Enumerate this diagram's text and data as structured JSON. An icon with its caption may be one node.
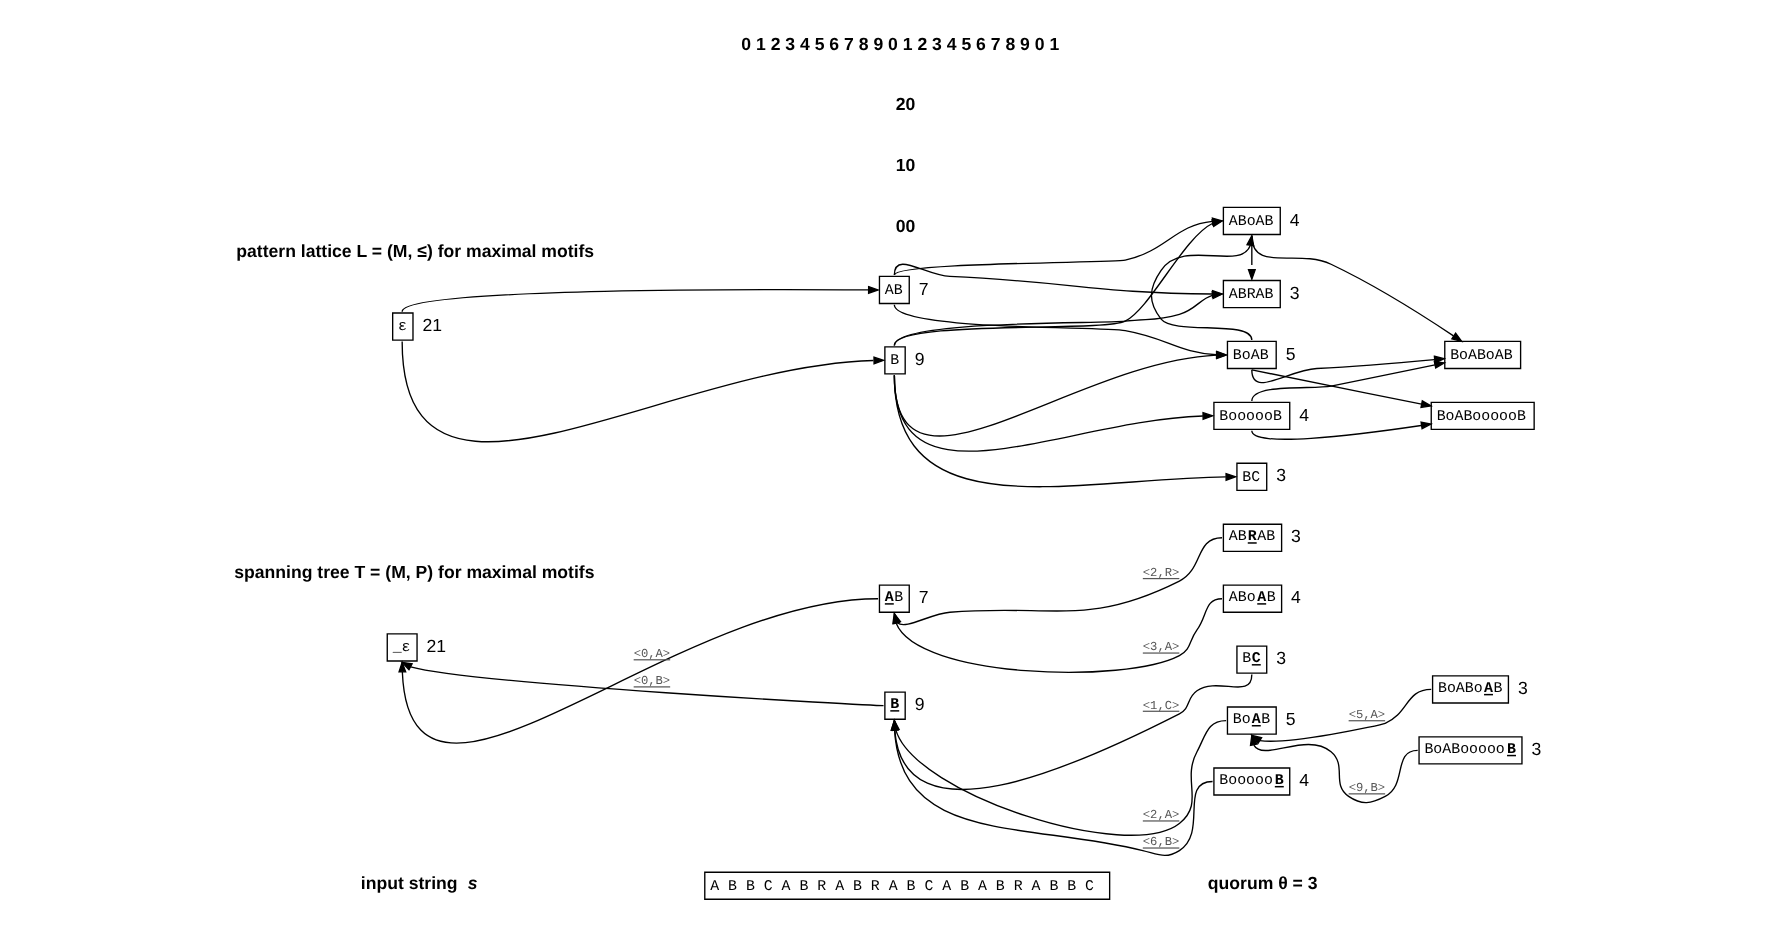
{
  "diagram": {
    "nodes": [
      {
        "text": [
          "A B B C A B R A B R A B C A B A B R A B B C"
        ]
      },
      {
        "text": [
          "_ε"
        ],
        "beside": [
          "21"
        ]
      },
      {
        "text": [
          "**A**B"
        ],
        "beside": [
          "7"
        ]
      },
      {
        "text": [
          "AB**R**AB"
        ],
        "beside": [
          "3"
        ]
      },
      {
        "text": [
          "ABo**A**B"
        ],
        "beside": [
          "4"
        ]
      },
      {
        "text": [
          "**B**"
        ],
        "beside": [
          "9"
        ]
      },
      {
        "text": [
          "B**C**"
        ],
        "beside": [
          "3"
        ]
      },
      {
        "text": [
          "Bo**A**B"
        ],
        "beside": [
          "5"
        ]
      },
      {
        "text": [
          "BoABo**A**B"
        ],
        "beside": [
          "3"
        ]
      },
      {
        "text": [
          "BoABooooo**B**"
        ],
        "beside": [
          "3"
        ]
      },
      {
        "text": [
          "Booooo**B**"
        ],
        "beside": [
          "4"
        ]
      },
      {
        "text": [
          "ε"
        ],
        "beside": [
          "21"
        ]
      },
      {
        "text": [
          "AB"
        ],
        "beside": [
          "7"
        ]
      },
      {
        "text": [
          "B"
        ],
        "beside": [
          "9"
        ]
      },
      {
        "text": [
          "ABRAB"
        ],
        "beside": [
          "3"
        ]
      },
      {
        "text": [
          "ABoAB"
        ],
        "beside": [
          "4"
        ]
      },
      {
        "text": [
          "BC"
        ],
        "beside": [
          "3"
        ]
      },
      {
        "text": [
          "BoAB"
        ],
        "beside": [
          "5"
        ]
      },
      {
        "text": [
          "BoooooB"
        ],
        "beside": [
          "4"
        ]
      },
      {
        "text": [
          "BoABoAB"
        ]
      },
      {
        "text": [
          "BoABoooooB"
        ]
      }
    ],
    "edges": [
      {
        "from": 2,
        "to": 1,
        "arrow": "to",
        "label": "<0,A>"
      },
      {
        "from": 3,
        "to": 2,
        "arrow": "to",
        "label": "<2,R>"
      },
      {
        "from": 4,
        "to": 2,
        "arrow": "to",
        "label": "<3,A>"
      },
      {
        "from": 5,
        "to": 1,
        "arrow": "to",
        "label": "<0,B>"
      },
      {
        "from": 6,
        "to": 5,
        "arrow": "to",
        "label": "<1,C>"
      },
      {
        "from": 7,
        "to": 5,
        "arrow": "to",
        "label": "<2,A>"
      },
      {
        "from": 8,
        "to": 7,
        "arrow": "to",
        "label": "<5,A>"
      },
      {
        "from": 9,
        "to": 7,
        "arrow": "to",
        "label": "<9,B>"
      },
      {
        "from": 10,
        "to": 5,
        "arrow": "to",
        "label": "<6,B>"
      },
      {
        "from": 11,
        "to": 12,
        "arrow": "to"
      },
      {
        "from": 11,
        "to": 13,
        "arrow": "to"
      },
      {
        "from": 12,
        "to": 14,
        "arrow": "to"
      },
      {
        "from": 12,
        "to": 15,
        "arrow": "to"
      },
      {
        "from": 12,
        "to": 17,
        "arrow": "to"
      },
      {
        "from": 13,
        "to": 14,
        "arrow": "to"
      },
      {
        "from": 13,
        "to": 15,
        "arrow": "to"
      },
      {
        "from": 13,
        "to": 16,
        "arrow": "to"
      },
      {
        "from": 13,
        "to": 17,
        "arrow": "to"
      },
      {
        "from": 13,
        "to": 18,
        "arrow": "to"
      },
      {
        "from": 15,
        "to": 14,
        "arrow": "to"
      },
      {
        "from": 17,
        "to": 15,
        "arrow": "to"
      },
      {
        "from": 15,
        "to": 19,
        "arrow": "to"
      },
      {
        "from": 17,
        "to": 19,
        "arrow": "to"
      },
      {
        "from": 17,
        "to": 20,
        "arrow": "to"
      },
      {
        "from": 18,
        "to": 19,
        "arrow": "to"
      },
      {
        "from": 18,
        "to": 20,
        "arrow": "to"
      }
    ],
    "labels": [
      "00",
      "10",
      "20",
      "input string *s*",
      "0 1 2 3 4 5 6 7 8 9 0 1 2 3 4 5 6 7 8 9 0 1",
      "quorum θ = 3",
      "spanning tree T = (M, P) for maximal motifs",
      "pattern lattice L = (M, ≤) for maximal motifs"
    ]
  }
}
